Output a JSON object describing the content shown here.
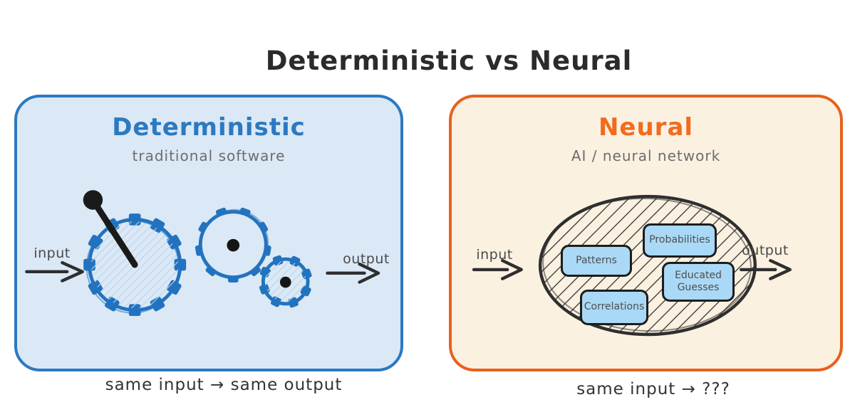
{
  "title": "Deterministic vs Neural",
  "left_panel": {
    "heading": "Deterministic",
    "subtitle": "traditional software",
    "input_label": "input",
    "output_label": "output",
    "caption": "same input → same output",
    "illustration": "gears-icon",
    "accent_color": "#2b79c1",
    "fill_color": "#dbe8f5"
  },
  "right_panel": {
    "heading": "Neural",
    "subtitle": "AI / neural network",
    "input_label": "input",
    "output_label": "output",
    "caption": "same input → ???",
    "illustration": "hatched-blob-icon",
    "accent_color": "#e8611c",
    "fill_color": "#fbf1e1",
    "concept_boxes": [
      "Patterns",
      "Probabilities",
      "Educated Guesses",
      "Correlations"
    ]
  }
}
